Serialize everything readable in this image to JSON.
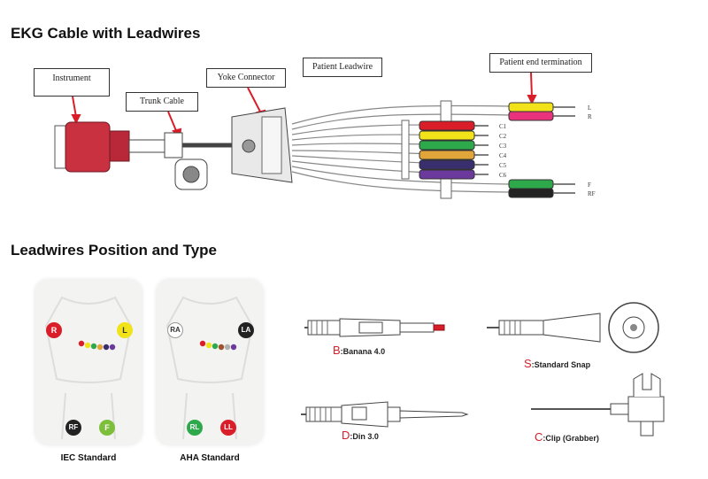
{
  "section1": {
    "title": "EKG Cable with Leadwires",
    "callouts": {
      "instrument": "Instrument",
      "trunk": "Trunk Cable",
      "yoke": "Yoke Connector",
      "patient_leadwire": "Patient Leadwire",
      "termination": "Patient end termination"
    },
    "leads": [
      {
        "label": "L",
        "color": "#f2e21a"
      },
      {
        "label": "R",
        "color": "#e8337c"
      },
      {
        "label": "C1",
        "color": "#d91e2a"
      },
      {
        "label": "C2",
        "color": "#f2e21a"
      },
      {
        "label": "C3",
        "color": "#2da84a"
      },
      {
        "label": "C4",
        "color": "#e2a53a"
      },
      {
        "label": "C5",
        "color": "#3a2f6e"
      },
      {
        "label": "C6",
        "color": "#6b3a9c"
      },
      {
        "label": "F",
        "color": "#2da84a"
      },
      {
        "label": "RF",
        "color": "#222222"
      }
    ]
  },
  "section2": {
    "title": "Leadwires Position and Type",
    "iec": {
      "caption": "IEC Standard",
      "markers": [
        {
          "label": "R",
          "color": "#d91e2a"
        },
        {
          "label": "L",
          "color": "#f2e21a"
        },
        {
          "label": "RF",
          "color": "#222222"
        },
        {
          "label": "F",
          "color": "#7dbf3a"
        }
      ]
    },
    "aha": {
      "caption": "AHA Standard",
      "markers": [
        {
          "label": "RA",
          "color": "#ffffff"
        },
        {
          "label": "LA",
          "color": "#222222"
        },
        {
          "label": "RL",
          "color": "#2da84a"
        },
        {
          "label": "LL",
          "color": "#d91e2a"
        }
      ]
    },
    "connectors": [
      {
        "letter": "B",
        "label": ":Banana 4.0"
      },
      {
        "letter": "S",
        "label": ":Standard Snap"
      },
      {
        "letter": "D",
        "label": ":Din 3.0"
      },
      {
        "letter": "C",
        "label": ":Clip (Grabber)"
      }
    ]
  }
}
